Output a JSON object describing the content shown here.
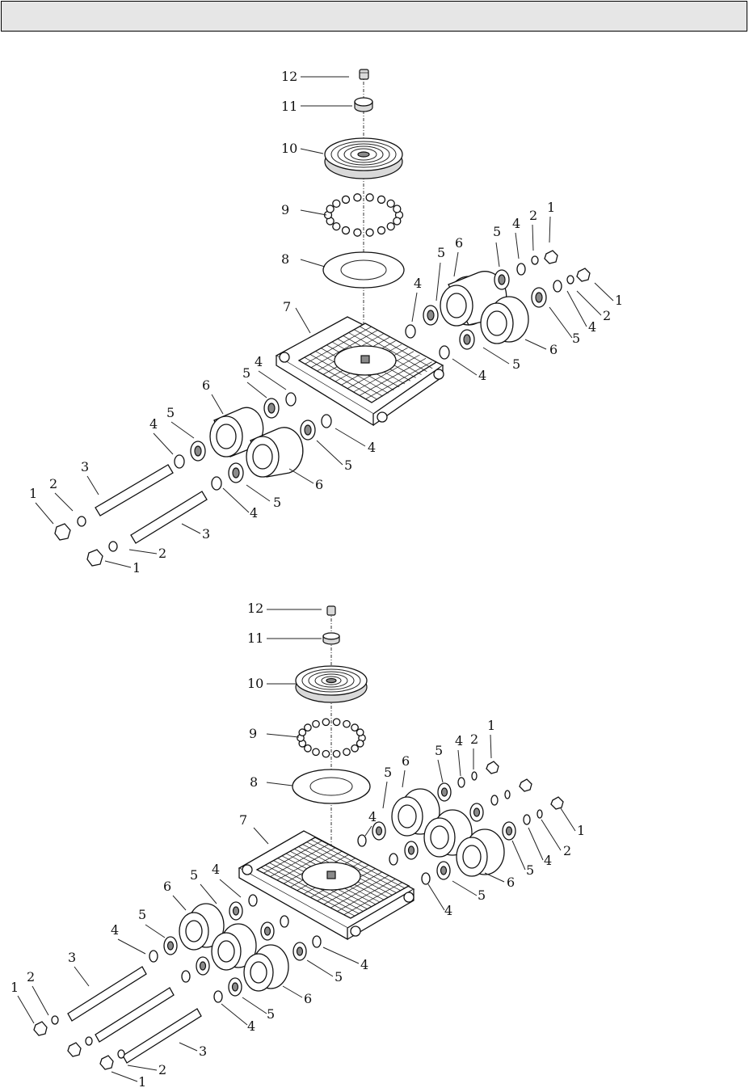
{
  "header": {
    "title": ""
  },
  "diagram_top": {
    "callouts": [
      {
        "id": "t12",
        "text": "12"
      },
      {
        "id": "t11",
        "text": "11"
      },
      {
        "id": "t10",
        "text": "10"
      },
      {
        "id": "t9",
        "text": "9"
      },
      {
        "id": "t8",
        "text": "8"
      },
      {
        "id": "t7",
        "text": "7"
      },
      {
        "id": "t6a",
        "text": "6"
      },
      {
        "id": "t6b",
        "text": "6"
      },
      {
        "id": "t6c",
        "text": "6"
      },
      {
        "id": "t6d",
        "text": "6"
      },
      {
        "id": "t5a",
        "text": "5"
      },
      {
        "id": "t5b",
        "text": "5"
      },
      {
        "id": "t5c",
        "text": "5"
      },
      {
        "id": "t5d",
        "text": "5"
      },
      {
        "id": "t5e",
        "text": "5"
      },
      {
        "id": "t5f",
        "text": "5"
      },
      {
        "id": "t5g",
        "text": "5"
      },
      {
        "id": "t5h",
        "text": "5"
      },
      {
        "id": "t4a",
        "text": "4"
      },
      {
        "id": "t4b",
        "text": "4"
      },
      {
        "id": "t4c",
        "text": "4"
      },
      {
        "id": "t4d",
        "text": "4"
      },
      {
        "id": "t4e",
        "text": "4"
      },
      {
        "id": "t4f",
        "text": "4"
      },
      {
        "id": "t4g",
        "text": "4"
      },
      {
        "id": "t4h",
        "text": "4"
      },
      {
        "id": "t3a",
        "text": "3"
      },
      {
        "id": "t3b",
        "text": "3"
      },
      {
        "id": "t2a",
        "text": "2"
      },
      {
        "id": "t2b",
        "text": "2"
      },
      {
        "id": "t2c",
        "text": "2"
      },
      {
        "id": "t2d",
        "text": "2"
      },
      {
        "id": "t1a",
        "text": "1"
      },
      {
        "id": "t1b",
        "text": "1"
      },
      {
        "id": "t1c",
        "text": "1"
      },
      {
        "id": "t1d",
        "text": "1"
      }
    ]
  },
  "diagram_bottom": {
    "callouts": [
      {
        "id": "b12",
        "text": "12"
      },
      {
        "id": "b11",
        "text": "11"
      },
      {
        "id": "b10",
        "text": "10"
      },
      {
        "id": "b9",
        "text": "9"
      },
      {
        "id": "b8",
        "text": "8"
      },
      {
        "id": "b7",
        "text": "7"
      },
      {
        "id": "b6a",
        "text": "6"
      },
      {
        "id": "b6b",
        "text": "6"
      },
      {
        "id": "b6c",
        "text": "6"
      },
      {
        "id": "b6d",
        "text": "6"
      },
      {
        "id": "b5a",
        "text": "5"
      },
      {
        "id": "b5b",
        "text": "5"
      },
      {
        "id": "b5c",
        "text": "5"
      },
      {
        "id": "b5d",
        "text": "5"
      },
      {
        "id": "b5e",
        "text": "5"
      },
      {
        "id": "b5f",
        "text": "5"
      },
      {
        "id": "b5g",
        "text": "5"
      },
      {
        "id": "b5h",
        "text": "5"
      },
      {
        "id": "b4a",
        "text": "4"
      },
      {
        "id": "b4b",
        "text": "4"
      },
      {
        "id": "b4c",
        "text": "4"
      },
      {
        "id": "b4d",
        "text": "4"
      },
      {
        "id": "b4e",
        "text": "4"
      },
      {
        "id": "b4f",
        "text": "4"
      },
      {
        "id": "b4g",
        "text": "4"
      },
      {
        "id": "b4h",
        "text": "4"
      },
      {
        "id": "b3a",
        "text": "3"
      },
      {
        "id": "b3b",
        "text": "3"
      },
      {
        "id": "b2a",
        "text": "2"
      },
      {
        "id": "b2b",
        "text": "2"
      },
      {
        "id": "b2c",
        "text": "2"
      },
      {
        "id": "b2d",
        "text": "2"
      },
      {
        "id": "b1a",
        "text": "1"
      },
      {
        "id": "b1b",
        "text": "1"
      },
      {
        "id": "b1c",
        "text": "1"
      },
      {
        "id": "b1d",
        "text": "1"
      }
    ]
  }
}
